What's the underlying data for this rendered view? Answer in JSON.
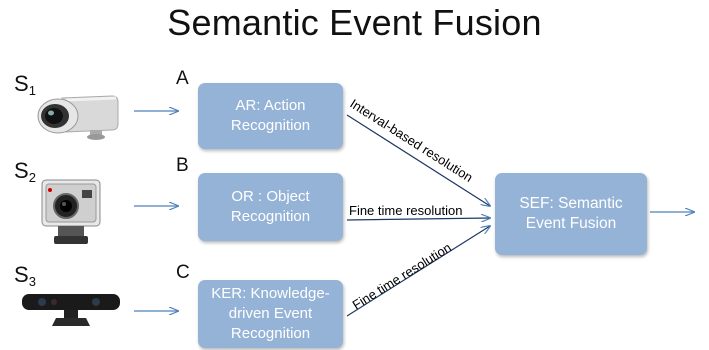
{
  "title": "Semantic Event Fusion",
  "sensors": [
    {
      "label": "S",
      "sub": "1",
      "device": "ip-camera-icon"
    },
    {
      "label": "S",
      "sub": "2",
      "device": "action-camera-icon"
    },
    {
      "label": "S",
      "sub": "3",
      "device": "kinect-sensor-icon"
    }
  ],
  "streams": [
    {
      "letter": "A",
      "module": "AR: Action Recognition"
    },
    {
      "letter": "B",
      "module": "OR : Object Recognition"
    },
    {
      "letter": "C",
      "module": "KER: Knowledge-driven Event Recognition"
    }
  ],
  "fusion": {
    "label": "SEF: Semantic Event Fusion"
  },
  "edge_labels": {
    "a_to_sef": "Interval-based  resolution",
    "b_to_sef": "Fine time resolution",
    "c_to_sef": "Fine time resolution"
  },
  "colors": {
    "box": "#95b3d7",
    "arrow": "#4f81bd"
  }
}
